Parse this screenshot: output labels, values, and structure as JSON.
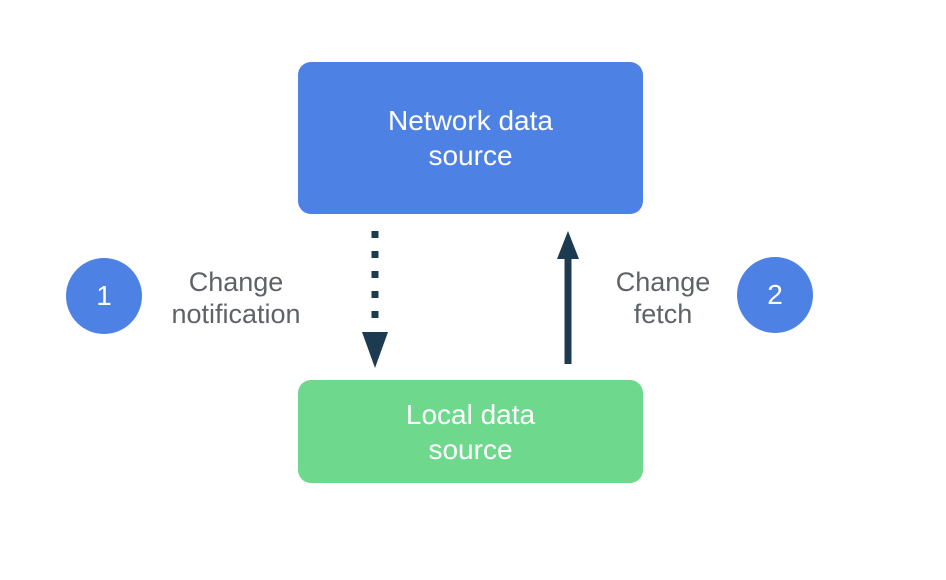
{
  "diagram": {
    "network_box": {
      "line1": "Network data",
      "line2": "source"
    },
    "local_box": {
      "line1": "Local data",
      "line2": "source"
    },
    "step1": {
      "number": "1",
      "label_line1": "Change",
      "label_line2": "notification"
    },
    "step2": {
      "number": "2",
      "label_line1": "Change",
      "label_line2": "fetch"
    },
    "arrows": {
      "change_notification": {
        "style": "dotted",
        "direction": "down"
      },
      "change_fetch": {
        "style": "solid",
        "direction": "up"
      }
    }
  },
  "colors": {
    "background": "#ffffff",
    "box-blue": "#4d82e4",
    "box-green": "#6ed98d",
    "box-text": "#ffffff",
    "circle-blue": "#4d82e4",
    "circle-text": "#ffffff",
    "arrow-navy": "#1d3b50",
    "label-gray": "#5f6368"
  }
}
